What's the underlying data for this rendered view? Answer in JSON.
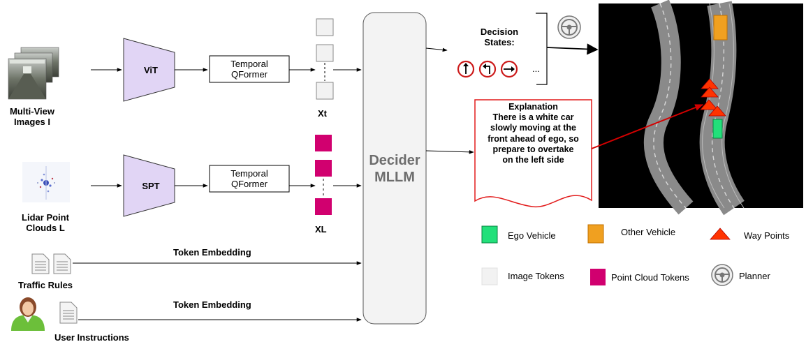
{
  "inputs": {
    "images_label_1": "Multi-View",
    "images_label_2": "Images I",
    "lidar_label_1": "Lidar Point",
    "lidar_label_2": "Clouds L",
    "traffic_label": "Traffic Rules",
    "user_label": "User Instructions"
  },
  "encoders": {
    "vit": "ViT",
    "spt": "SPT",
    "qformer_1_line1": "Temporal",
    "qformer_1_line2": "QFormer",
    "qformer_2_line1": "Temporal",
    "qformer_2_line2": "QFormer"
  },
  "tokens": {
    "xt_label": "Xt",
    "xl_label": "XL",
    "embedding_label_1": "Token Embedding",
    "embedding_label_2": "Token Embedding"
  },
  "decider": {
    "line1": "Decider",
    "line2": "MLLM"
  },
  "decision": {
    "title_line1": "Decision",
    "title_line2": "States:",
    "ellipsis": "..."
  },
  "explanation": {
    "title": "Explanation",
    "lines": [
      "There is a white car",
      "slowly moving at the",
      "front ahead of ego, so",
      "prepare to overtake",
      "on the left side"
    ]
  },
  "legend": {
    "ego": "Ego Vehicle",
    "other": "Other Vehicle",
    "waypoints": "Way Points",
    "image_tokens": "Image Tokens",
    "point_cloud_tokens": "Point Cloud Tokens",
    "planner": "Planner"
  },
  "colors": {
    "encoder_fill": "#e1d5f5",
    "point_token": "#d1006f",
    "image_token": "#f2f2f2",
    "ego": "#22e07a",
    "other": "#f0a020",
    "waypoint": "#ff3300",
    "explanation_border": "#e21b1b",
    "decider_fill": "#f3f3f3"
  },
  "icons": [
    "steering-wheel-icon",
    "document-icon",
    "user-avatar-icon",
    "arrow-up-icon",
    "turn-left-icon",
    "arrow-right-icon"
  ]
}
